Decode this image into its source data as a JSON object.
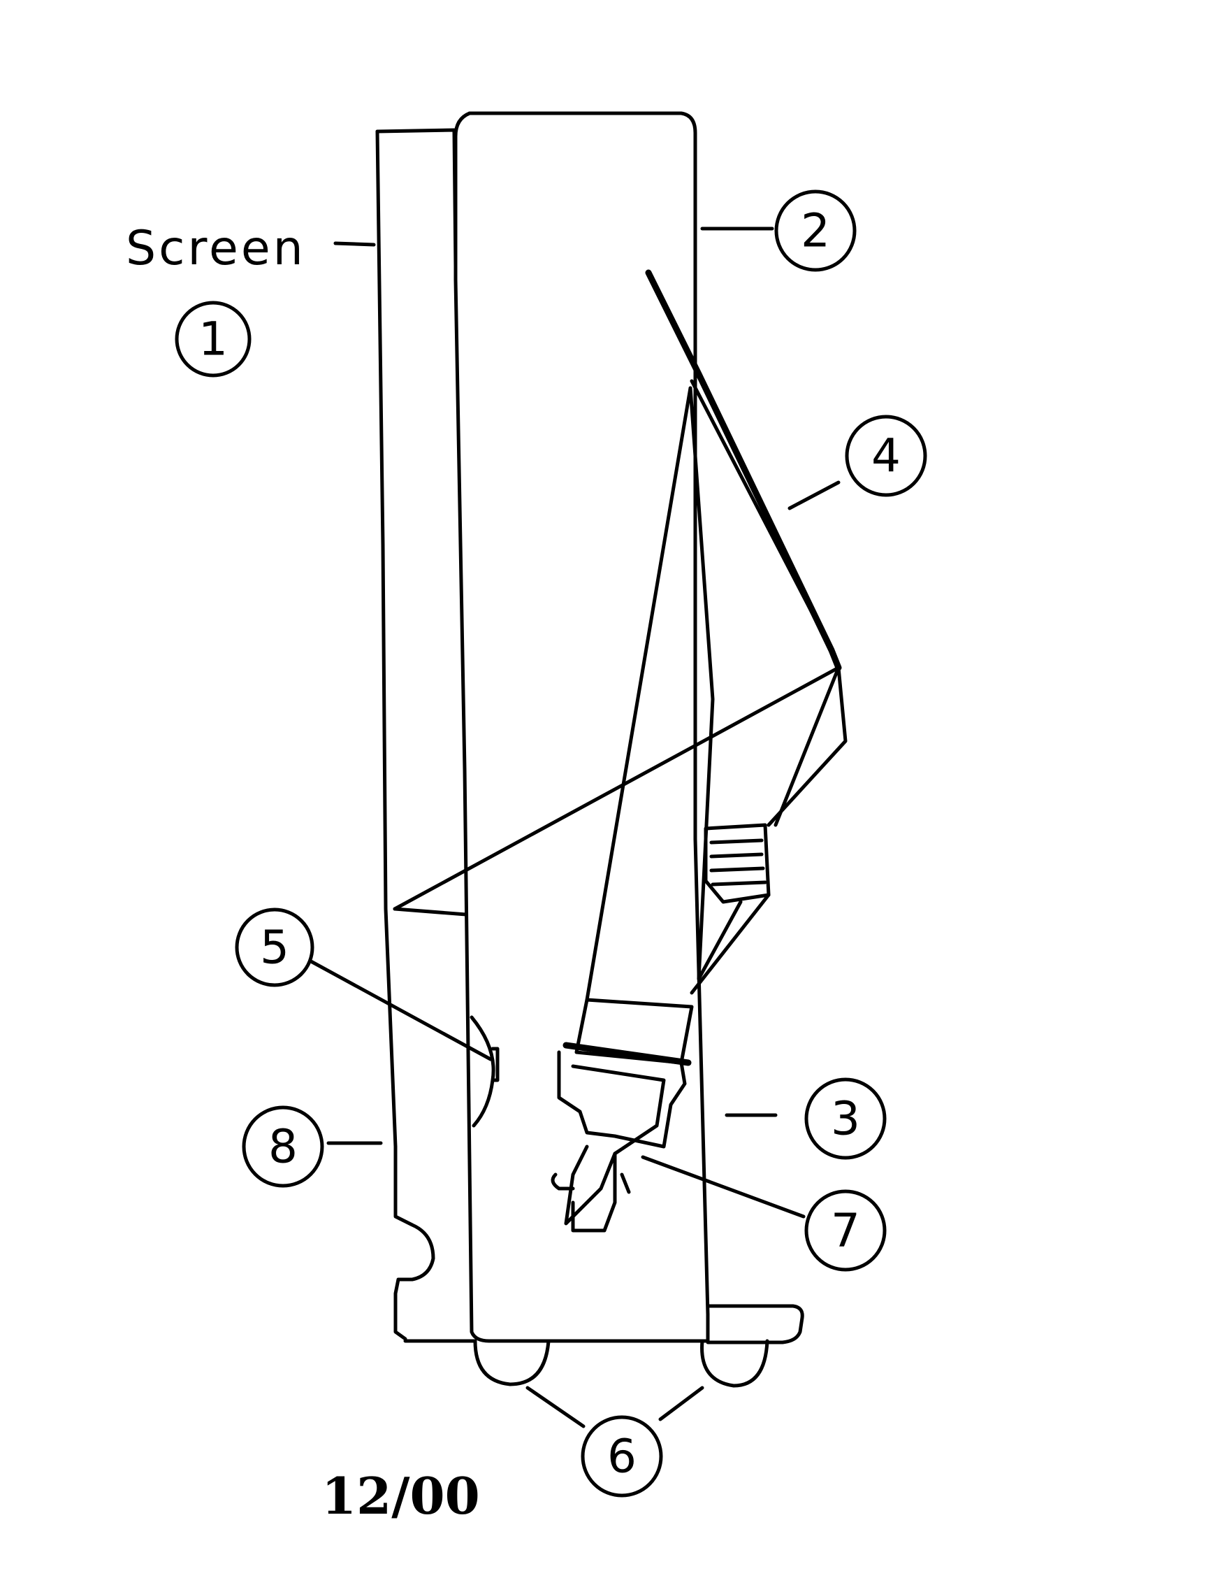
{
  "diagram": {
    "screen_label": "Screen",
    "footer_code": "12/00",
    "callouts": [
      {
        "number": "1"
      },
      {
        "number": "2"
      },
      {
        "number": "3"
      },
      {
        "number": "4"
      },
      {
        "number": "5"
      },
      {
        "number": "6"
      },
      {
        "number": "7"
      },
      {
        "number": "8"
      }
    ]
  }
}
